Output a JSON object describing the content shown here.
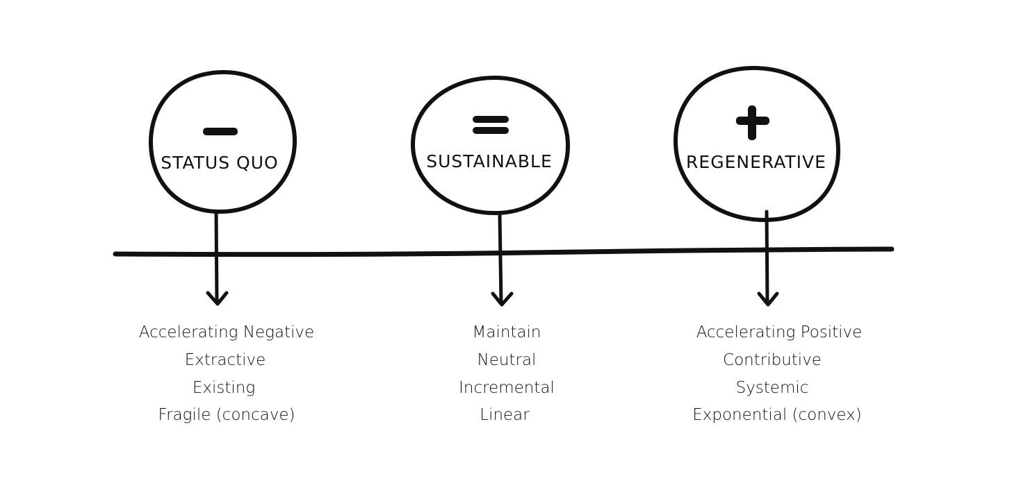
{
  "nodes": [
    {
      "symbol": "−",
      "title": "STATUS QUO",
      "descriptors": [
        "Accelerating Negative",
        "Extractive",
        "Existing",
        "Fragile (concave)"
      ]
    },
    {
      "symbol": "=",
      "title": "SUSTAINABLE",
      "descriptors": [
        "Maintain",
        "Neutral",
        "Incremental",
        "Linear"
      ]
    },
    {
      "symbol": "+",
      "title": "REGENERATIVE",
      "descriptors": [
        "Accelerating Positive",
        "Contributive",
        "Systemic",
        "Exponential (convex)"
      ]
    }
  ],
  "colors": {
    "ink": "#111111",
    "background": "#ffffff"
  }
}
